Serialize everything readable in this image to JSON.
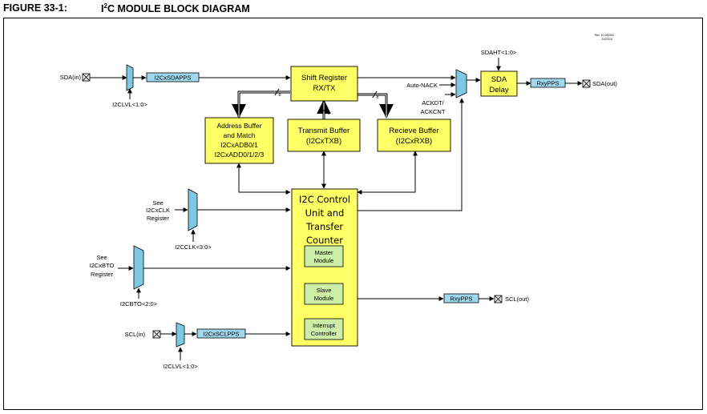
{
  "figure": {
    "number": "FIGURE 33-1:",
    "title_prefix": "I",
    "title_sup": "2",
    "title_rest": "C MODULE BLOCK DIAGRAM",
    "revision": [
      "Rev. 10-000310",
      "1/4/2016"
    ]
  },
  "colors": {
    "block_fill": "#FFFF66",
    "block_border": "#000000",
    "module_fill": "#CCEEA8",
    "reg_fill": "#9FD8EE",
    "mux_fill": "#7EC8E3",
    "line": "#000000"
  },
  "blocks": {
    "shift_register": [
      "Shift Register",
      "RX/TX"
    ],
    "address_buffer": [
      "Address Buffer",
      "and Match",
      "I2CxADB0/1",
      "I2CxADD0/1/2/3"
    ],
    "transmit_buffer": [
      "Transmit Buffer",
      "(I2CxTXB)"
    ],
    "receive_buffer": [
      "Recieve Buffer",
      "(I2CxRXB)"
    ],
    "sda_delay": [
      "SDA",
      "Delay"
    ],
    "control_unit": [
      "I2C Control",
      "Unit and",
      "Transfer",
      "Counter"
    ],
    "master_module": [
      "Master",
      "Module"
    ],
    "slave_module": [
      "Slave",
      "Module"
    ],
    "interrupt_controller": [
      "Interrupt",
      "Controller"
    ]
  },
  "registers": {
    "sdapps": "I2CxSDAPPS",
    "sclpps": "I2CxSCLPPS",
    "rxypps_sda": "RxyPPS",
    "rxypps_scl": "RxyPPS"
  },
  "signals": {
    "sda_in": "SDA(in)",
    "scl_in": "SCL(in)",
    "sda_out": "SDA(out)",
    "scl_out": "SCL(out)",
    "i2clvl_sda": "I2CLVL<1:0>",
    "i2clvl_scl": "I2CLVL<1:0>",
    "i2cclk_sel": "I2CCLK<3:0>",
    "i2cbto_sel": "I2CBTO<2:0>",
    "sdaht": "SDAHT<1:0>",
    "auto_nack": "Auto-NACK",
    "ackdt": [
      "ACKDT/",
      "ACKCNT"
    ],
    "see_clk": [
      "See",
      "I2CxCLK",
      "Register"
    ],
    "see_bto": [
      "See",
      "I2CxBTO",
      "Register"
    ],
    "bus_width_1": "8",
    "bus_width_2": "8",
    "bus_width_3": "8"
  }
}
